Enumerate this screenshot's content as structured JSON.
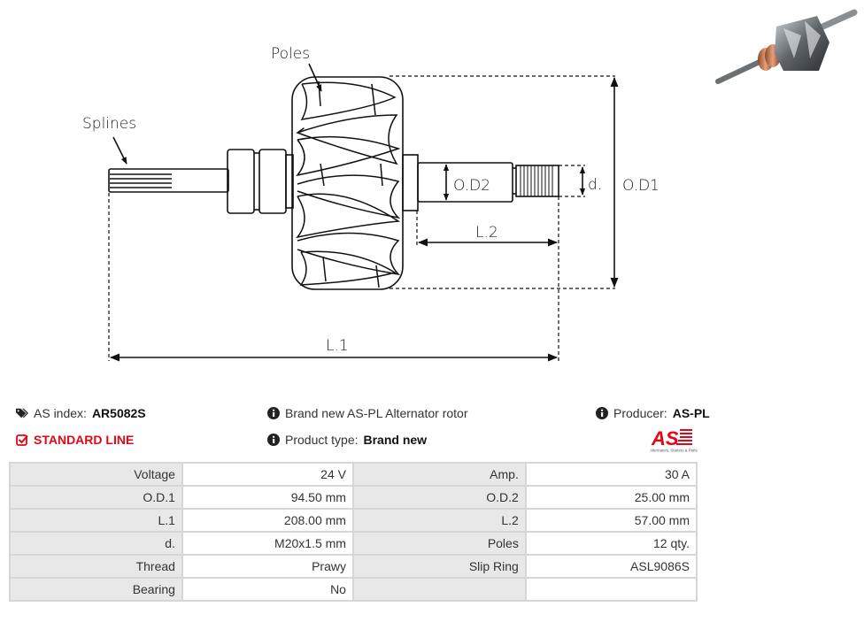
{
  "diagram": {
    "labels": {
      "poles": "Poles",
      "splines": "Splines",
      "od1": "O.D1",
      "od2": "O.D2",
      "d": "d.",
      "l1": "L.1",
      "l2": "L.2"
    }
  },
  "info": {
    "as_index_label": "AS index:",
    "as_index_value": "AR5082S",
    "line_label": "STANDARD LINE",
    "description": "Brand new AS-PL Alternator rotor",
    "product_type_label": "Product type:",
    "product_type_value": "Brand new",
    "producer_label": "Producer:",
    "producer_value": "AS-PL",
    "logo_text": "AS",
    "logo_tagline": "Alternators, Starters & Parts"
  },
  "colors": {
    "accent_red": "#e30613",
    "table_key_bg": "#e8e8e8",
    "table_border": "#d6d6d6"
  },
  "specs": [
    {
      "k1": "Voltage",
      "v1": "24 V",
      "k2": "Amp.",
      "v2": "30 A"
    },
    {
      "k1": "O.D.1",
      "v1": "94.50 mm",
      "k2": "O.D.2",
      "v2": "25.00 mm"
    },
    {
      "k1": "L.1",
      "v1": "208.00 mm",
      "k2": "L.2",
      "v2": "57.00 mm"
    },
    {
      "k1": "d.",
      "v1": "M20x1.5 mm",
      "k2": "Poles",
      "v2": "12 qty."
    },
    {
      "k1": "Thread",
      "v1": "Prawy",
      "k2": "Slip Ring",
      "v2": "ASL9086S"
    },
    {
      "k1": "Bearing",
      "v1": "No",
      "k2": "",
      "v2": ""
    }
  ]
}
